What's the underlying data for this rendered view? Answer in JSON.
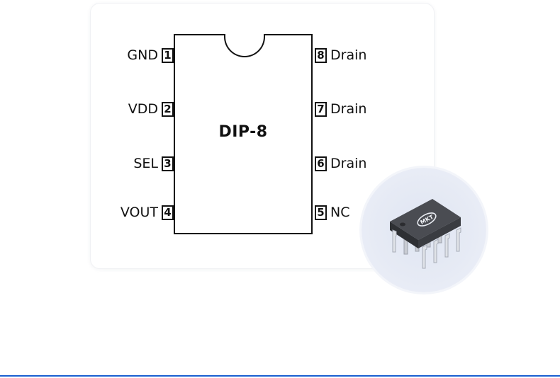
{
  "package": {
    "title": "DIP-8"
  },
  "pins_left": [
    {
      "number": "1",
      "label": "GND"
    },
    {
      "number": "2",
      "label": "VDD"
    },
    {
      "number": "3",
      "label": "SEL"
    },
    {
      "number": "4",
      "label": "VOUT"
    }
  ],
  "pins_right": [
    {
      "number": "8",
      "label": "Drain"
    },
    {
      "number": "7",
      "label": "Drain"
    },
    {
      "number": "6",
      "label": "Drain"
    },
    {
      "number": "5",
      "label": "NC"
    }
  ],
  "colors": {
    "accent_rule": "#1a5fd0",
    "badge_bg": "#e4e9f4",
    "chip_body": "#3a3c41"
  },
  "chip_image": {
    "icon": "dip8-chip-icon",
    "logo_text": "MKT"
  }
}
